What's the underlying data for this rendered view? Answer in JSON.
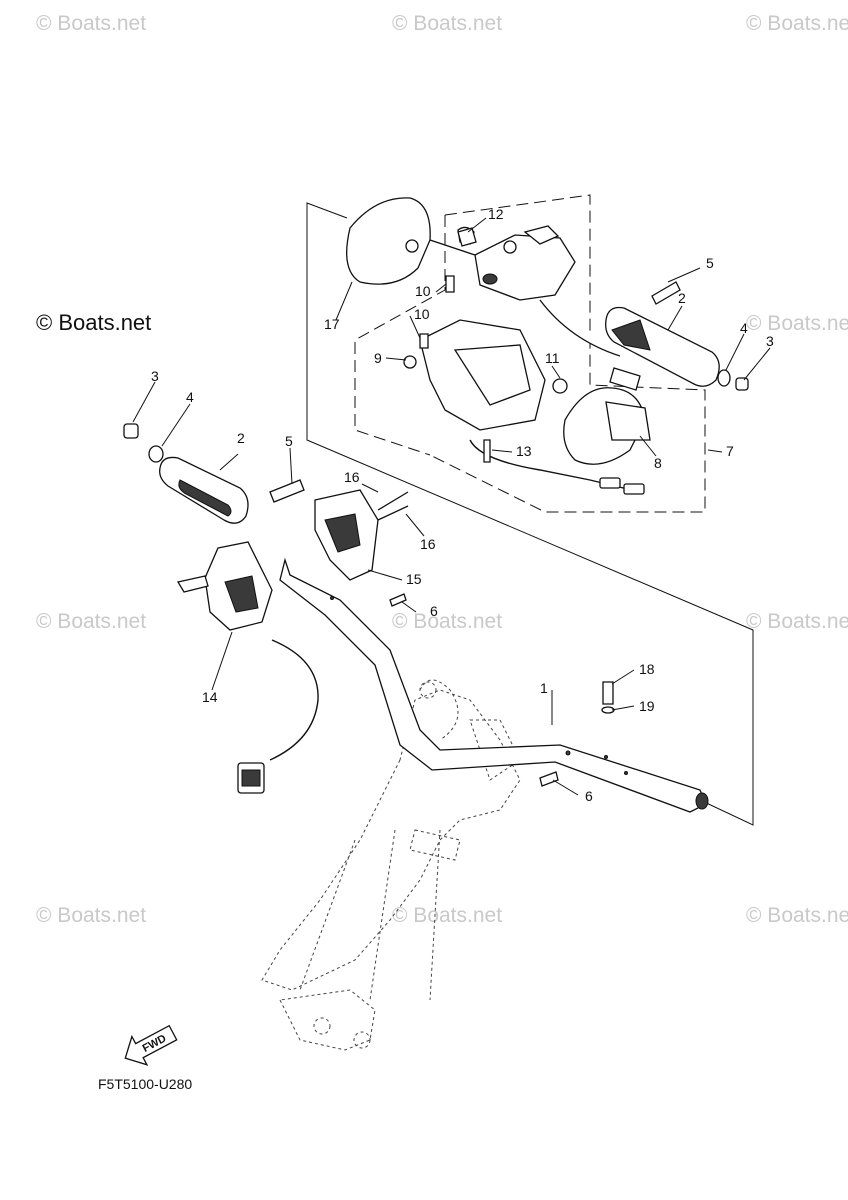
{
  "watermarks": {
    "text": "© Boats.net",
    "emphasized": "© Boats.net"
  },
  "diagram": {
    "code": "F5T5100-U280",
    "fwd_label": "FWD",
    "callouts": {
      "p1": "1",
      "p2a": "2",
      "p2b": "2",
      "p3a": "3",
      "p3b": "3",
      "p4a": "4",
      "p4b": "4",
      "p5a": "5",
      "p5b": "5",
      "p6a": "6",
      "p6b": "6",
      "p7": "7",
      "p8": "8",
      "p9": "9",
      "p10a": "10",
      "p10b": "10",
      "p11": "11",
      "p12": "12",
      "p13": "13",
      "p14": "14",
      "p15": "15",
      "p16a": "16",
      "p16b": "16",
      "p17": "17",
      "p18": "18",
      "p19": "19"
    }
  }
}
